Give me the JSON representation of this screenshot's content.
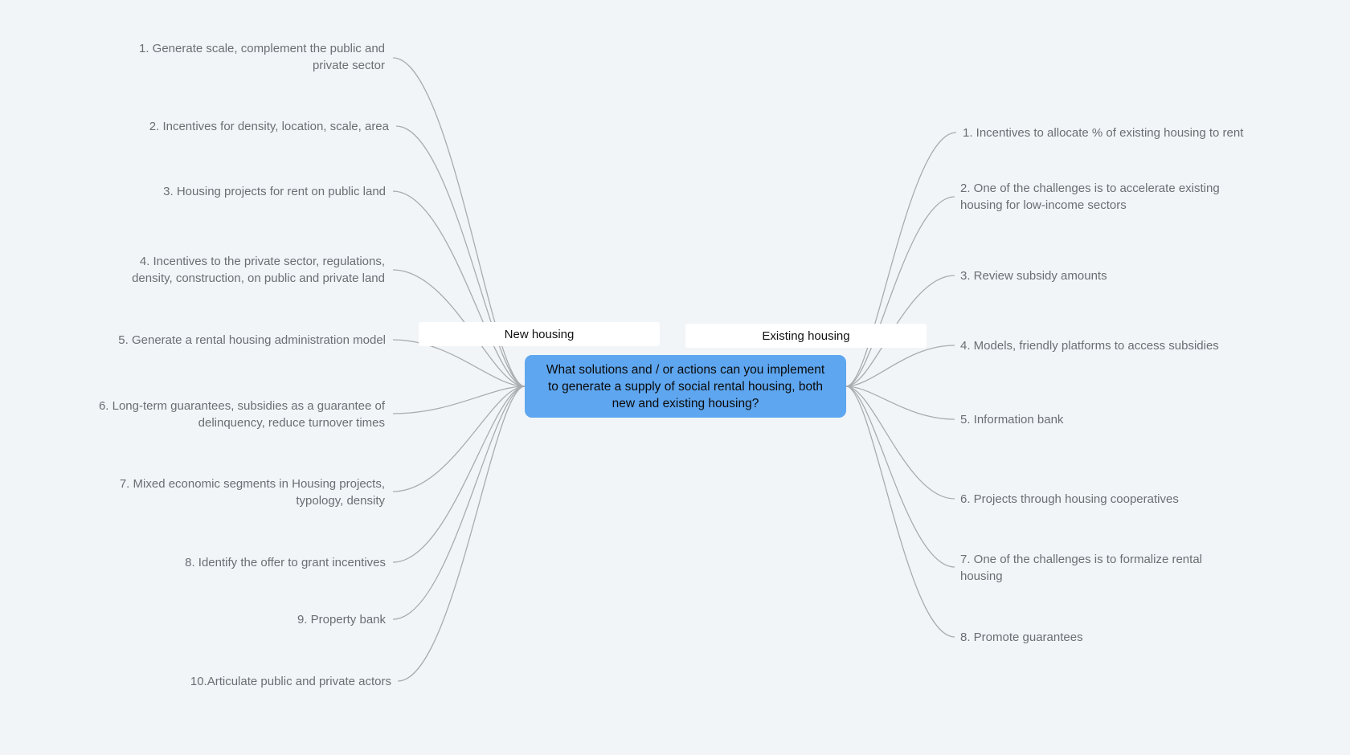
{
  "colors": {
    "background": "#f1f5f8",
    "central_fill": "#5ea6f0",
    "branch_fill": "#ffffff",
    "connector": "#a9acaf",
    "leaf_text": "#6b6e72"
  },
  "central_topic": {
    "lines": [
      "What solutions and / or actions can you implement",
      "to generate a supply of social rental housing, both",
      "new and existing housing?"
    ]
  },
  "branches": {
    "new": {
      "label": "New housing",
      "items": [
        {
          "lines": [
            "1. Generate scale, complement the public and",
            "private sector"
          ]
        },
        {
          "lines": [
            "2. Incentives for density, location, scale, area"
          ]
        },
        {
          "lines": [
            "3. Housing projects for rent on public land"
          ]
        },
        {
          "lines": [
            "4. Incentives to the private sector, regulations,",
            "density, construction, on public and private land"
          ]
        },
        {
          "lines": [
            "5. Generate a rental housing administration model"
          ]
        },
        {
          "lines": [
            "6. Long-term guarantees, subsidies as a guarantee of",
            "delinquency, reduce turnover times"
          ]
        },
        {
          "lines": [
            "7. Mixed economic segments in Housing projects,",
            "typology, density"
          ]
        },
        {
          "lines": [
            "8. Identify the offer to grant incentives"
          ]
        },
        {
          "lines": [
            "9. Property bank"
          ]
        },
        {
          "lines": [
            "10.Articulate public and private actors"
          ]
        }
      ]
    },
    "existing": {
      "label": "Existing housing",
      "items": [
        {
          "lines": [
            "1. Incentives to allocate % of existing housing to rent"
          ]
        },
        {
          "lines": [
            "2. One of the challenges is to accelerate existing",
            "housing for low-income sectors"
          ]
        },
        {
          "lines": [
            "3. Review subsidy amounts"
          ]
        },
        {
          "lines": [
            "4. Models, friendly platforms to access subsidies"
          ]
        },
        {
          "lines": [
            "5. Information bank"
          ]
        },
        {
          "lines": [
            "6. Projects through housing cooperatives"
          ]
        },
        {
          "lines": [
            "7. One of the challenges is to formalize rental",
            "housing"
          ]
        },
        {
          "lines": [
            "8. Promote guarantees"
          ]
        }
      ]
    }
  }
}
